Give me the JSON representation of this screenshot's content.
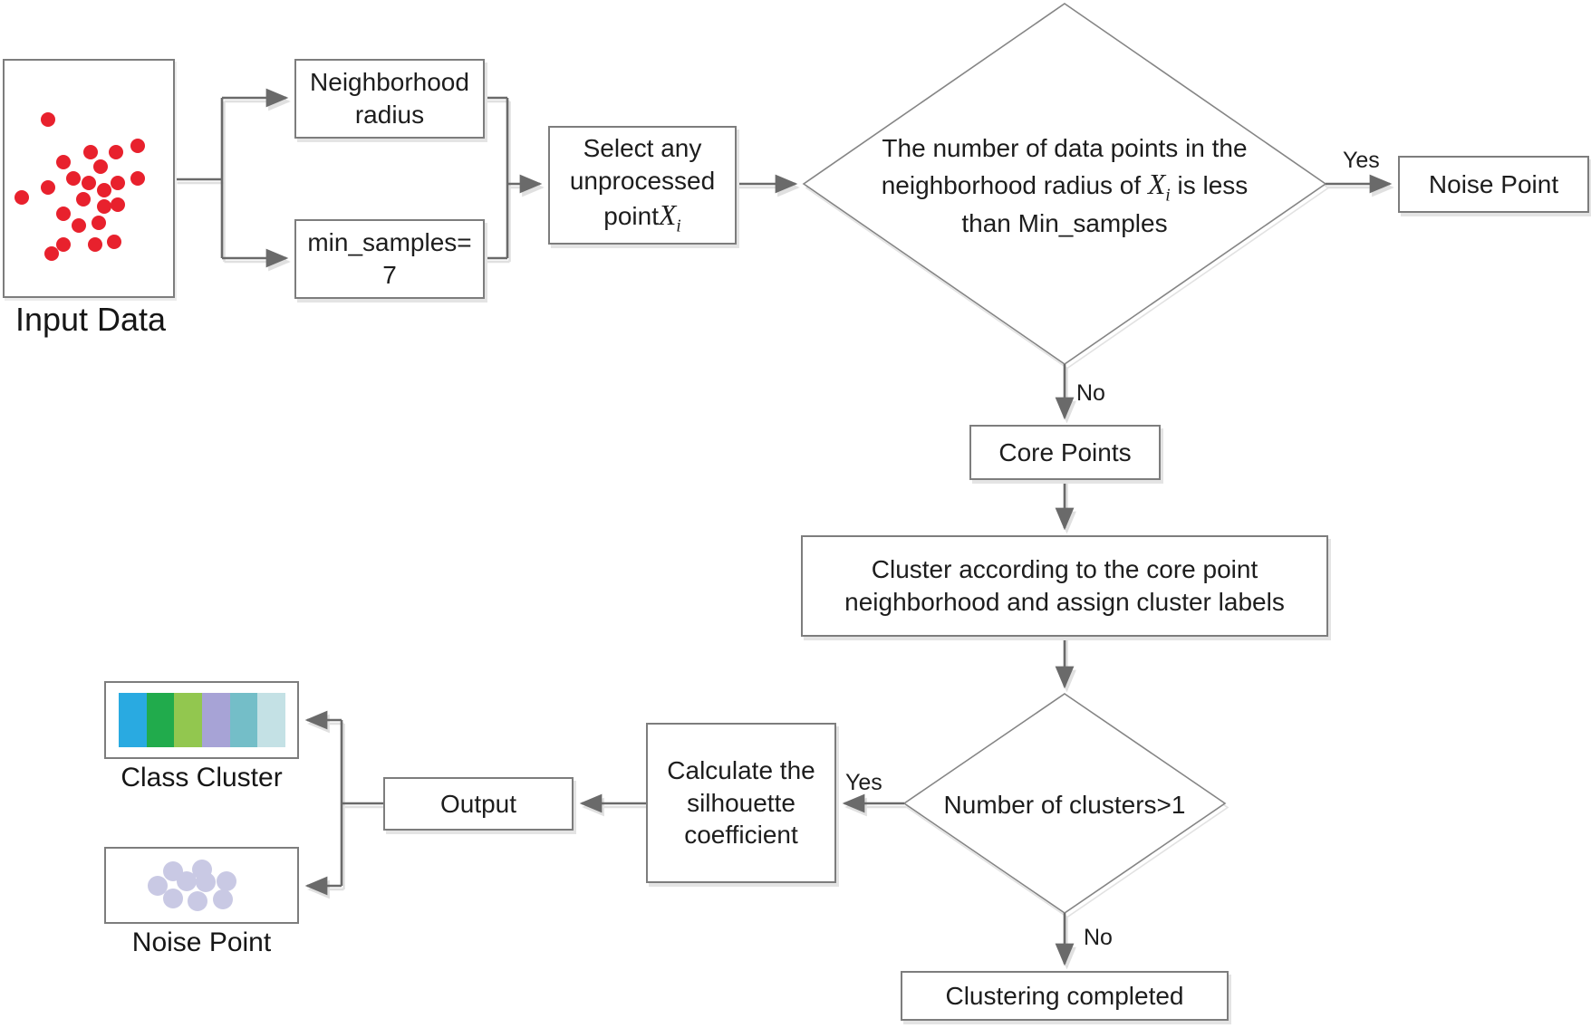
{
  "diagram": {
    "background": "#ffffff",
    "nodes": {
      "input_data": {
        "label": "Input Data"
      },
      "neighborhood_radius": {
        "line1": "Neighborhood",
        "line2": "radius"
      },
      "min_samples": {
        "line1": "min_samples=",
        "line2": "7"
      },
      "select_point": {
        "line1": "Select any",
        "line2": "unprocessed",
        "line3_prefix": "point",
        "math": {
          "base": "X",
          "sub": "i"
        }
      },
      "neighbor_decision": {
        "line1": "The number of data points in the",
        "line2_prefix": "neighborhood radius of",
        "math": {
          "base": "X",
          "sub": "i"
        },
        "line2_suffix": "is less",
        "line3": "than Min_samples"
      },
      "noise_point_result": {
        "label": "Noise Point"
      },
      "core_points": {
        "label": "Core Points"
      },
      "cluster_assign": {
        "line1": "Cluster according to the core point",
        "line2": "neighborhood and assign cluster labels"
      },
      "cluster_count_decision": {
        "label": "Number of clusters>1"
      },
      "silhouette": {
        "line1": "Calculate the",
        "line2": "silhouette",
        "line3": "coefficient"
      },
      "output": {
        "label": "Output"
      },
      "class_cluster": {
        "label": "Class Cluster"
      },
      "noise_point_output": {
        "label": "Noise Point"
      },
      "clustering_completed": {
        "label": "Clustering completed"
      }
    },
    "edge_labels": {
      "neighbor_yes": "Yes",
      "neighbor_no": "No",
      "clusters_yes": "Yes",
      "clusters_no": "No"
    },
    "colors": {
      "connector": "#6a6a6a",
      "connector_shadow": "#e0e0e0",
      "box_border": "#7d7d7d",
      "diamond_border": "#858585",
      "text": "#1d1d1d",
      "scatter_dot": "#e8212d",
      "noise_dot": "#c9c9e4"
    },
    "input_scatter": {
      "icon": "red-scatter-dots",
      "dot_color": "#e8212d",
      "dot_radius": 8,
      "points": [
        [
          0.26,
          0.25
        ],
        [
          0.1,
          0.58
        ],
        [
          0.26,
          0.54
        ],
        [
          0.35,
          0.43
        ],
        [
          0.41,
          0.5
        ],
        [
          0.51,
          0.39
        ],
        [
          0.5,
          0.52
        ],
        [
          0.47,
          0.59
        ],
        [
          0.57,
          0.45
        ],
        [
          0.59,
          0.55
        ],
        [
          0.66,
          0.39
        ],
        [
          0.67,
          0.52
        ],
        [
          0.59,
          0.62
        ],
        [
          0.35,
          0.65
        ],
        [
          0.44,
          0.7
        ],
        [
          0.35,
          0.78
        ],
        [
          0.56,
          0.69
        ],
        [
          0.65,
          0.77
        ],
        [
          0.79,
          0.36
        ],
        [
          0.79,
          0.5
        ],
        [
          0.67,
          0.61
        ],
        [
          0.54,
          0.78
        ],
        [
          0.28,
          0.82
        ]
      ]
    },
    "noise_scatter": {
      "icon": "noise-dots",
      "dot_color": "#c9c9e4",
      "dot_radius": 11,
      "points": [
        [
          0.35,
          0.31
        ],
        [
          0.5,
          0.28
        ],
        [
          0.27,
          0.51
        ],
        [
          0.42,
          0.45
        ],
        [
          0.52,
          0.46
        ],
        [
          0.63,
          0.44
        ],
        [
          0.35,
          0.68
        ],
        [
          0.48,
          0.72
        ],
        [
          0.61,
          0.69
        ]
      ]
    },
    "class_cluster_bars": [
      "#29aae1",
      "#21ab4c",
      "#92c74f",
      "#a7a3d6",
      "#74bec8",
      "#c4e1e5"
    ]
  }
}
